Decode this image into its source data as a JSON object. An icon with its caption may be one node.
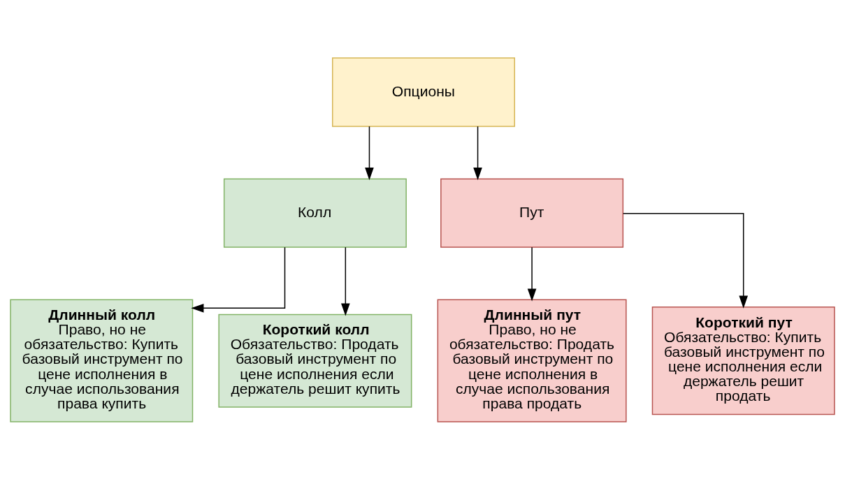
{
  "diagram": {
    "nodes": [
      {
        "text": [
          "Опционы"
        ]
      },
      {
        "text": [
          "Колл"
        ]
      },
      {
        "text": [
          "Пут"
        ]
      },
      {
        "text": [
          "Длинный колл",
          "Право, но не обязательство: Купить базовый инструмент по цене исполнения в случае использования права купить"
        ]
      },
      {
        "text": [
          "Короткий колл",
          "Обязательство: Продать базовый инструмент по цене исполнения если держатель решит купить"
        ]
      },
      {
        "text": [
          "Длинный пут",
          "Право, но не обязательство: Продать базовый инструмент по цене исполнения в случае использования права продать"
        ]
      },
      {
        "text": [
          "Короткий пут",
          "Обязательство: Купить базовый инструмент по цене исполнения если держатель решит продать"
        ]
      }
    ],
    "edges": [
      {
        "from": 0,
        "to": 1,
        "arrow": "to"
      },
      {
        "from": 0,
        "to": 2,
        "arrow": "to"
      },
      {
        "from": 1,
        "to": 3,
        "arrow": "to"
      },
      {
        "from": 1,
        "to": 4,
        "arrow": "to"
      },
      {
        "from": 2,
        "to": 5,
        "arrow": "to"
      },
      {
        "from": 2,
        "to": 6,
        "arrow": "to"
      }
    ]
  }
}
